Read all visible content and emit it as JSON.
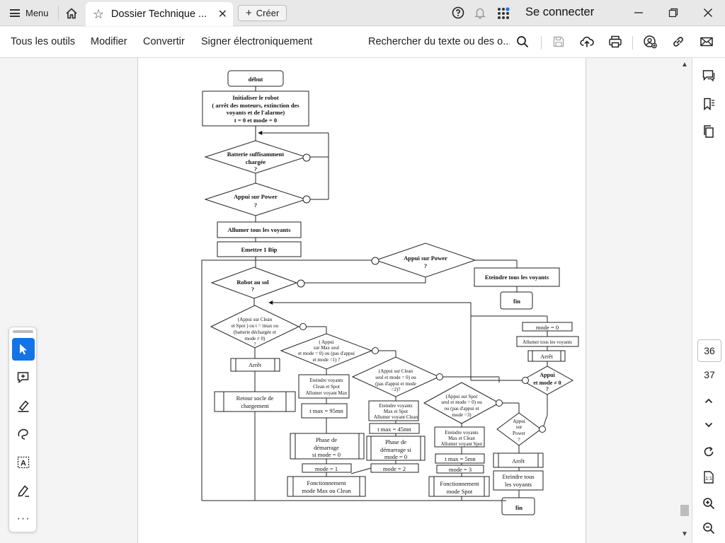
{
  "tabbar": {
    "menu_label": "Menu",
    "tab_title": "Dossier Technique ...",
    "create_label": "Créer",
    "signin_label": "Se connecter"
  },
  "toolbar": {
    "all_tools": "Tous les outils",
    "edit": "Modifier",
    "convert": "Convertir",
    "sign": "Signer électroniquement",
    "search_placeholder": "Rechercher du texte ou des o..."
  },
  "pager": {
    "current": "36",
    "next": "37"
  },
  "flowchart": {
    "start": "début",
    "init": [
      "Initialiser le robot",
      "( arrêt des moteurs, extinction des",
      "voyants et de l'alarme)",
      "t = 0 et mode = 0"
    ],
    "battery": [
      "Batterie suffisamment",
      "chargée",
      "?"
    ],
    "power1": [
      "Appui sur Power",
      "?"
    ],
    "lights_on": "Allumer tous les voyants",
    "beep": "Emettre 1 Bip",
    "power2": [
      "Appui sur Power",
      "?"
    ],
    "lights_off": "Eteindre tous les voyants",
    "end1": "fin",
    "on_floor": [
      "Robot au sol",
      "?"
    ],
    "cond_clean_spot": [
      "(Appui  sur Clean",
      "et Spot ) ou t = tmax ou",
      "(batterie déchargée et",
      "mode ≠ 0)",
      "?"
    ],
    "cond_max": [
      "( Appui",
      "sur Max seul",
      "et mode = 0) ou (pas d'appui",
      "et mode =1) ?"
    ],
    "cond_clean": [
      "(Appui sur Clean",
      "seul et mode = 0) ou",
      "(pas d'appui et mode",
      "=2)?"
    ],
    "cond_spot": [
      "(Appui sur Spot",
      "seul et mode = 0) ou",
      "ou (pas d'appui et",
      "mode =3)"
    ],
    "stop1": "Arrêt",
    "return_base": [
      "Retour socle de",
      "chargement"
    ],
    "max_lights": [
      "Eteindre voyants",
      "Clean et Spot",
      "Allumer voyant Max"
    ],
    "tmax_95": "t max = 95mn",
    "phase_max": [
      "Phase de",
      "démarrage",
      "si mode = 0"
    ],
    "mode1": "mode = 1",
    "func_max": [
      "Fonctionnement",
      "mode Max ou Clean"
    ],
    "clean_lights": [
      "Eteindre voyants",
      "Max et Spot",
      "Allumer voyant Clean"
    ],
    "tmax_45": "t max = 45mn",
    "phase_clean": [
      "Phase de",
      "démarrage si",
      "mode = 0"
    ],
    "mode2": "mode = 2",
    "spot_lights": [
      "Eteindre voyants",
      "Max et Clean",
      "Allumer voyant Spot"
    ],
    "tmax_5": "t max = 5mn",
    "mode3": "mode = 3",
    "func_spot": [
      "Fonctionnement",
      "mode Spot"
    ],
    "mode0": "mode = 0",
    "all_lights_on": "Allumer tous les voyants",
    "stop2": "Arrêt",
    "power_mode": [
      "Appui",
      "et mode ≠ 0",
      "?"
    ],
    "power3": [
      "Appui",
      "sur",
      "Power",
      "?"
    ],
    "stop3": "Arrêt",
    "lights_off2": [
      "Eteindre tous",
      "les voyants"
    ],
    "end2": "fin"
  },
  "icons": {
    "home": "home-icon",
    "star": "star-icon",
    "help": "help-icon",
    "bell": "bell-icon",
    "apps": "apps-grid-icon",
    "search": "search-icon",
    "save": "save-icon",
    "upload": "cloud-upload-icon",
    "print": "printer-icon",
    "share": "share-user-icon",
    "link": "link-icon",
    "mail": "mail-icon",
    "comment": "comment-icon",
    "bookmark": "bookmark-icon",
    "pages": "pages-icon",
    "rotate": "rotate-icon",
    "fit": "fit-page-icon",
    "zoom_in": "zoom-in-icon",
    "zoom_out": "zoom-out-icon"
  },
  "colors": {
    "accent": "#1473e6",
    "notification_dot": "#1473e6"
  }
}
